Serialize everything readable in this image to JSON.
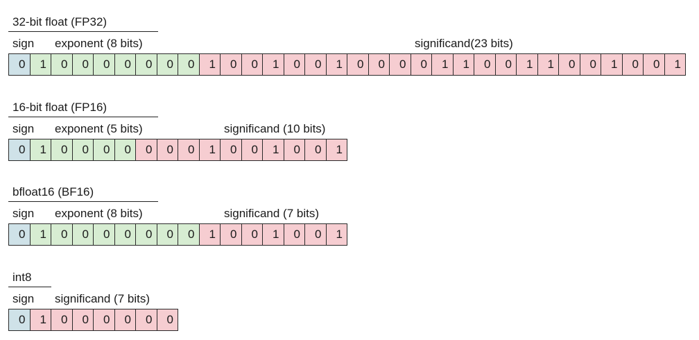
{
  "formats": [
    {
      "title": "32-bit  float (FP32)",
      "labels": {
        "sign": "sign",
        "exponent": "exponent (8 bits)",
        "significand": "significand(23 bits)"
      },
      "segments": [
        1,
        8,
        23
      ],
      "bits": [
        "0",
        "1",
        "0",
        "0",
        "0",
        "0",
        "0",
        "0",
        "0",
        "1",
        "0",
        "0",
        "1",
        "0",
        "0",
        "1",
        "0",
        "0",
        "0",
        "0",
        "1",
        "1",
        "0",
        "0",
        "1",
        "1",
        "0",
        "0",
        "1",
        "0",
        "0",
        "1"
      ]
    },
    {
      "title": "16-bit  float (FP16)",
      "labels": {
        "sign": "sign",
        "exponent": "exponent (5 bits)",
        "significand": "significand (10 bits)"
      },
      "segments": [
        1,
        5,
        10
      ],
      "bits": [
        "0",
        "1",
        "0",
        "0",
        "0",
        "0",
        "0",
        "0",
        "0",
        "1",
        "0",
        "0",
        "1",
        "0",
        "0",
        "1"
      ]
    },
    {
      "title": "bfloat16 (BF16)",
      "labels": {
        "sign": "sign",
        "exponent": "exponent (8 bits)",
        "significand": "significand (7 bits)"
      },
      "segments": [
        1,
        8,
        7
      ],
      "bits": [
        "0",
        "1",
        "0",
        "0",
        "0",
        "0",
        "0",
        "0",
        "0",
        "1",
        "0",
        "0",
        "1",
        "0",
        "0",
        "1"
      ]
    },
    {
      "title": "int8",
      "labels": {
        "sign": "sign",
        "significand": "significand (7 bits)"
      },
      "segments": [
        1,
        0,
        7
      ],
      "bits": [
        "0",
        "1",
        "0",
        "0",
        "0",
        "0",
        "0",
        "0"
      ]
    }
  ],
  "colors": {
    "sign": "#cfe2e8",
    "exponent": "#d7edd2",
    "significand": "#f6cdd1"
  }
}
